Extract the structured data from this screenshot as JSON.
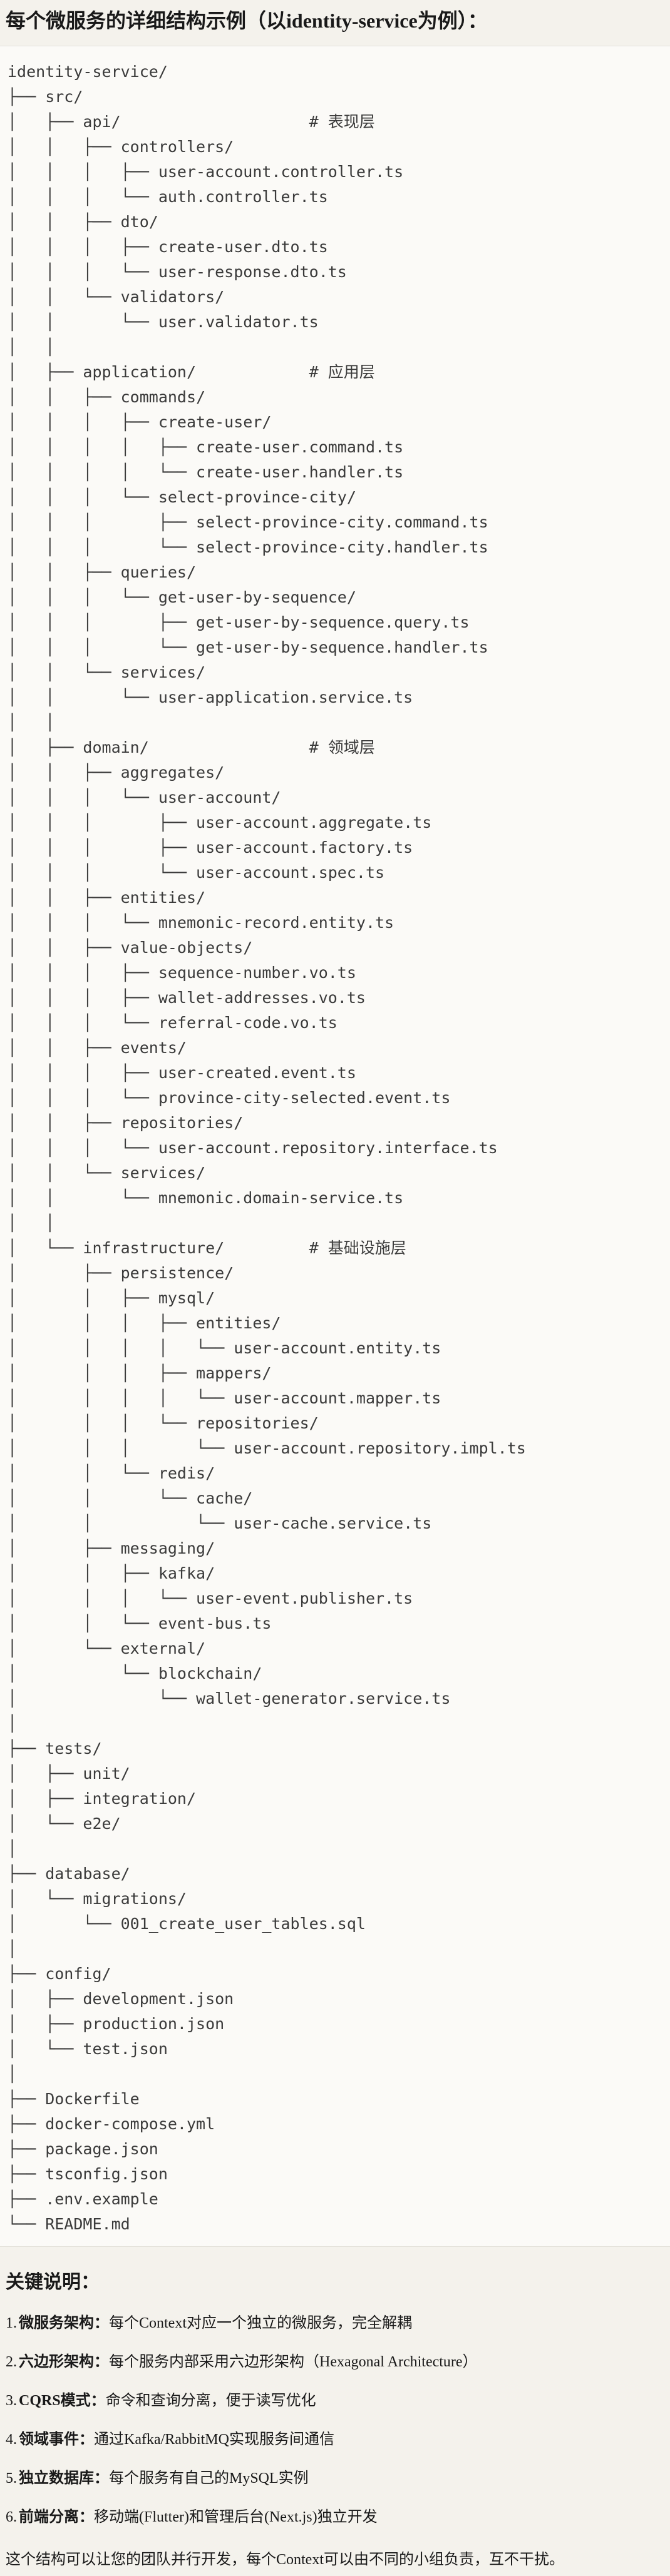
{
  "title": "每个微服务的详细结构示例（以identity-service为例）：",
  "directory_tree": {
    "root": "identity-service/",
    "layer_comments": [
      "# 表现层",
      "# 应用层",
      "# 领域层",
      "# 基础设施层"
    ],
    "lines": [
      "identity-service/",
      "├── src/",
      "│   ├── api/                    # 表现层",
      "│   │   ├── controllers/",
      "│   │   │   ├── user-account.controller.ts",
      "│   │   │   └── auth.controller.ts",
      "│   │   ├── dto/",
      "│   │   │   ├── create-user.dto.ts",
      "│   │   │   └── user-response.dto.ts",
      "│   │   └── validators/",
      "│   │       └── user.validator.ts",
      "│   │",
      "│   ├── application/            # 应用层",
      "│   │   ├── commands/",
      "│   │   │   ├── create-user/",
      "│   │   │   │   ├── create-user.command.ts",
      "│   │   │   │   └── create-user.handler.ts",
      "│   │   │   └── select-province-city/",
      "│   │   │       ├── select-province-city.command.ts",
      "│   │   │       └── select-province-city.handler.ts",
      "│   │   ├── queries/",
      "│   │   │   └── get-user-by-sequence/",
      "│   │   │       ├── get-user-by-sequence.query.ts",
      "│   │   │       └── get-user-by-sequence.handler.ts",
      "│   │   └── services/",
      "│   │       └── user-application.service.ts",
      "│   │",
      "│   ├── domain/                 # 领域层",
      "│   │   ├── aggregates/",
      "│   │   │   └── user-account/",
      "│   │   │       ├── user-account.aggregate.ts",
      "│   │   │       ├── user-account.factory.ts",
      "│   │   │       └── user-account.spec.ts",
      "│   │   ├── entities/",
      "│   │   │   └── mnemonic-record.entity.ts",
      "│   │   ├── value-objects/",
      "│   │   │   ├── sequence-number.vo.ts",
      "│   │   │   ├── wallet-addresses.vo.ts",
      "│   │   │   └── referral-code.vo.ts",
      "│   │   ├── events/",
      "│   │   │   ├── user-created.event.ts",
      "│   │   │   └── province-city-selected.event.ts",
      "│   │   ├── repositories/",
      "│   │   │   └── user-account.repository.interface.ts",
      "│   │   └── services/",
      "│   │       └── mnemonic.domain-service.ts",
      "│   │",
      "│   └── infrastructure/         # 基础设施层",
      "│       ├── persistence/",
      "│       │   ├── mysql/",
      "│       │   │   ├── entities/",
      "│       │   │   │   └── user-account.entity.ts",
      "│       │   │   ├── mappers/",
      "│       │   │   │   └── user-account.mapper.ts",
      "│       │   │   └── repositories/",
      "│       │   │       └── user-account.repository.impl.ts",
      "│       │   └── redis/",
      "│       │       └── cache/",
      "│       │           └── user-cache.service.ts",
      "│       ├── messaging/",
      "│       │   ├── kafka/",
      "│       │   │   └── user-event.publisher.ts",
      "│       │   └── event-bus.ts",
      "│       └── external/",
      "│           └── blockchain/",
      "│               └── wallet-generator.service.ts",
      "│",
      "├── tests/",
      "│   ├── unit/",
      "│   ├── integration/",
      "│   └── e2e/",
      "│",
      "├── database/",
      "│   └── migrations/",
      "│       └── 001_create_user_tables.sql",
      "│",
      "├── config/",
      "│   ├── development.json",
      "│   ├── production.json",
      "│   └── test.json",
      "│",
      "├── Dockerfile",
      "├── docker-compose.yml",
      "├── package.json",
      "├── tsconfig.json",
      "├── .env.example",
      "└── README.md"
    ]
  },
  "notes": {
    "heading": "关键说明：",
    "items": [
      {
        "num": "1.",
        "term": "微服务架构：",
        "text": "每个Context对应一个独立的微服务，完全解耦"
      },
      {
        "num": "2.",
        "term": "六边形架构：",
        "text": "每个服务内部采用六边形架构（Hexagonal Architecture）"
      },
      {
        "num": "3.",
        "term": "CQRS模式：",
        "text": "命令和查询分离，便于读写优化"
      },
      {
        "num": "4.",
        "term": "领域事件：",
        "text": "通过Kafka/RabbitMQ实现服务间通信"
      },
      {
        "num": "5.",
        "term": "独立数据库：",
        "text": "每个服务有自己的MySQL实例"
      },
      {
        "num": "6.",
        "term": "前端分离：",
        "text": "移动端(Flutter)和管理后台(Next.js)独立开发"
      }
    ]
  },
  "closing": "这个结构可以让您的团队并行开发，每个Context可以由不同的小组负责，互不干扰。",
  "colors": {
    "page_bg": "#f4f2ec",
    "code_bg": "#fbfaf7",
    "code_border": "#e2e0d9",
    "code_text": "#3a3a3a",
    "body_text": "#191919"
  }
}
